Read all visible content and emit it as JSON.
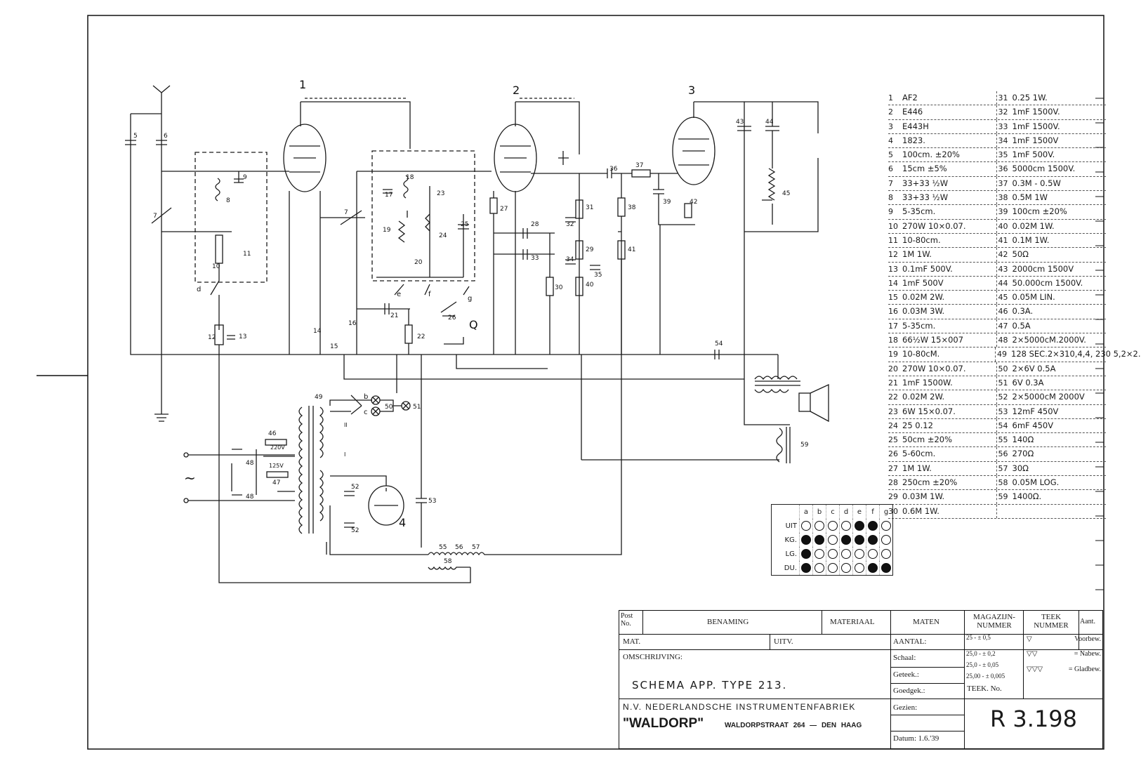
{
  "tubes": {
    "t1": "1",
    "t2": "2",
    "t3": "3",
    "t4": "4"
  },
  "labels": {
    "ac_symbol": "~",
    "v220": "220V",
    "v125": "125V",
    "Q": "Q",
    "sw_a": "a",
    "sw_b": "b",
    "sw_c": "c",
    "sw_d": "d",
    "sw_e": "e",
    "sw_f": "f",
    "sw_g": "g",
    "roman_II": "II",
    "roman_I": "I"
  },
  "components": [
    "5",
    "6",
    "7",
    "8",
    "9",
    "10",
    "11",
    "12",
    "13",
    "14",
    "15",
    "16",
    "7",
    "17",
    "18",
    "19",
    "20",
    "21",
    "22",
    "23",
    "24",
    "25",
    "26",
    "27",
    "28",
    "33",
    "30",
    "31",
    "32",
    "29",
    "34",
    "35",
    "40",
    "36",
    "37",
    "38",
    "39",
    "41",
    "42",
    "43",
    "44",
    "45",
    "54",
    "49",
    "50",
    "51",
    "46",
    "47",
    "48",
    "48",
    "52",
    "52",
    "53",
    "55",
    "56",
    "57",
    "58",
    "59"
  ],
  "parts_left": [
    {
      "n": "1",
      "t": "AF2"
    },
    {
      "n": "2",
      "t": "E446"
    },
    {
      "n": "3",
      "t": "E443H"
    },
    {
      "n": "4",
      "t": "1823."
    },
    {
      "n": "5",
      "t": "100cm. ±20%"
    },
    {
      "n": "6",
      "t": "15cm ±5%"
    },
    {
      "n": "7",
      "t": "33+33 ½W"
    },
    {
      "n": "8",
      "t": "33+33 ½W"
    },
    {
      "n": "9",
      "t": "5-35cm."
    },
    {
      "n": "10",
      "t": "270W 10×0.07."
    },
    {
      "n": "11",
      "t": "10-80cm."
    },
    {
      "n": "12",
      "t": "1M 1W."
    },
    {
      "n": "13",
      "t": "0.1mF 500V."
    },
    {
      "n": "14",
      "t": "1mF 500V"
    },
    {
      "n": "15",
      "t": "0.02M 2W."
    },
    {
      "n": "16",
      "t": "0.03M 3W."
    },
    {
      "n": "17",
      "t": "5-35cm."
    },
    {
      "n": "18",
      "t": "66½W 15×007"
    },
    {
      "n": "19",
      "t": "10-80cM."
    },
    {
      "n": "20",
      "t": "270W 10×0.07."
    },
    {
      "n": "21",
      "t": "1mF 1500W."
    },
    {
      "n": "22",
      "t": "0.02M 2W."
    },
    {
      "n": "23",
      "t": "6W 15×0.07."
    },
    {
      "n": "24",
      "t": "25 0.12"
    },
    {
      "n": "25",
      "t": "50cm ±20%"
    },
    {
      "n": "26",
      "t": "5-60cm."
    },
    {
      "n": "27",
      "t": "1M 1W."
    },
    {
      "n": "28",
      "t": "250cm ±20%"
    },
    {
      "n": "29",
      "t": "0.03M 1W."
    },
    {
      "n": "30",
      "t": "0.6M 1W."
    }
  ],
  "parts_right": [
    {
      "n": "31",
      "t": "0.25 1W."
    },
    {
      "n": "32",
      "t": "1mF 1500V."
    },
    {
      "n": "33",
      "t": "1mF 1500V."
    },
    {
      "n": "34",
      "t": "1mF 1500V"
    },
    {
      "n": "35",
      "t": "1mF 500V."
    },
    {
      "n": "36",
      "t": "5000cm 1500V."
    },
    {
      "n": "37",
      "t": "0.3M - 0.5W"
    },
    {
      "n": "38",
      "t": "0.5M 1W"
    },
    {
      "n": "39",
      "t": "100cm ±20%"
    },
    {
      "n": "40",
      "t": "0.02M 1W."
    },
    {
      "n": "41",
      "t": "0.1M 1W."
    },
    {
      "n": "42",
      "t": "50Ω"
    },
    {
      "n": "43",
      "t": "2000cm 1500V"
    },
    {
      "n": "44",
      "t": "50.000cm 1500V."
    },
    {
      "n": "45",
      "t": "0.05M LIN."
    },
    {
      "n": "46",
      "t": "0.3A."
    },
    {
      "n": "47",
      "t": "0.5A"
    },
    {
      "n": "48",
      "t": "2×5000cM.2000V."
    },
    {
      "n": "49",
      "t": "128 SEC.2×310,4,4, 230 5,2×2."
    },
    {
      "n": "50",
      "t": "2×6V 0.5A"
    },
    {
      "n": "51",
      "t": "6V 0.3A"
    },
    {
      "n": "52",
      "t": "2×5000cM 2000V"
    },
    {
      "n": "53",
      "t": "12mF 450V"
    },
    {
      "n": "54",
      "t": "6mF 450V"
    },
    {
      "n": "55",
      "t": "140Ω"
    },
    {
      "n": "56",
      "t": "270Ω"
    },
    {
      "n": "57",
      "t": "30Ω"
    },
    {
      "n": "58",
      "t": "0.05M LOG."
    },
    {
      "n": "59",
      "t": "1400Ω."
    },
    {
      "n": "",
      "t": ""
    }
  ],
  "switch_table": {
    "columns": [
      "a",
      "b",
      "c",
      "d",
      "e",
      "f",
      "g"
    ],
    "rows": [
      {
        "label": "UIT",
        "dots": [
          0,
          0,
          0,
          0,
          1,
          1,
          0
        ]
      },
      {
        "label": "KG.",
        "dots": [
          1,
          1,
          0,
          1,
          1,
          1,
          0
        ]
      },
      {
        "label": "LG.",
        "dots": [
          1,
          0,
          0,
          0,
          0,
          0,
          0
        ]
      },
      {
        "label": "DU.",
        "dots": [
          1,
          0,
          0,
          0,
          0,
          1,
          1
        ]
      }
    ]
  },
  "title_block": {
    "post_no": "Post No.",
    "benaming": "BENAMING",
    "materiaal": "MATERIAAL",
    "maten": "MATEN",
    "magazijn": "MAGAZIJN- NUMMER",
    "teek_nummer": "TEEK NUMMER",
    "aant": "Aant.",
    "mat": "MAT.",
    "uitv": "UITV.",
    "aantal": "AANTAL:",
    "omschrijving": "OMSCHRIJVING:",
    "schaal": "Schaal:",
    "geteek": "Geteek.:",
    "goedgek": "Goedgek.:",
    "gezien": "Gezien:",
    "datum": "Datum: 1.6.'39",
    "description": "SCHEMA APP. TYPE 213.",
    "company_line1": "N.V. NEDERLANDSCHE INSTRUMENTENFABRIEK",
    "company_name": "\"WALDORP\"",
    "company_address": "WALDORPSTRAAT 264 — DEN HAAG",
    "tolerances": [
      "25 - ± 0,5",
      "25,0 - ± 0,2",
      "25,0 - ± 0,05",
      "25,00 - ± 0,005"
    ],
    "finish_marks": [
      {
        "sym": "▽",
        "t": "Voorbew."
      },
      {
        "sym": "▽▽",
        "t": "= Nabew."
      },
      {
        "sym": "▽▽▽",
        "t": "= Gladbew."
      }
    ],
    "teek_no_label": "TEEK. No.",
    "drawing_number": "R 3.198"
  }
}
